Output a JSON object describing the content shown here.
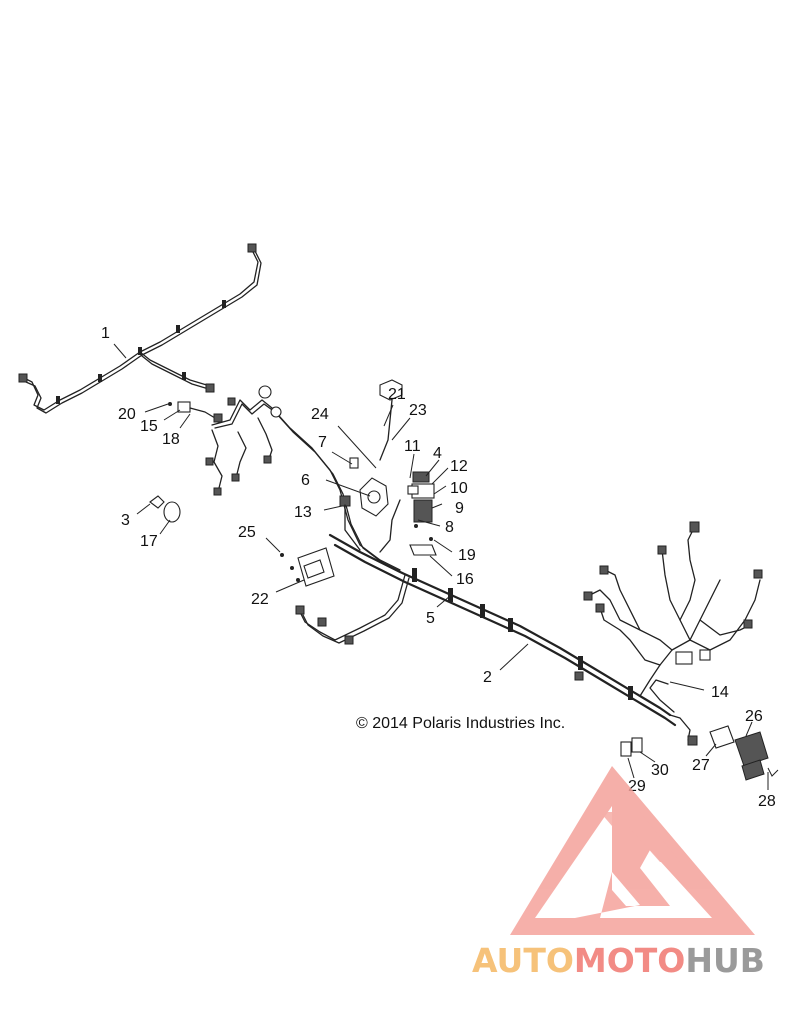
{
  "copyright": "© 2014 Polaris Industries Inc.",
  "callouts": [
    "1",
    "2",
    "3",
    "4",
    "5",
    "6",
    "7",
    "8",
    "9",
    "10",
    "11",
    "12",
    "13",
    "14",
    "15",
    "16",
    "17",
    "18",
    "19",
    "20",
    "21",
    "22",
    "23",
    "24",
    "25",
    "26",
    "27",
    "28",
    "29",
    "30"
  ],
  "watermark": {
    "parts": [
      "AUTO",
      "MOTO",
      "HUB"
    ],
    "colors": {
      "auto": "#f6c27a",
      "moto": "#f28b85",
      "hub": "#9a9a9a",
      "logo": "#f4a29b"
    }
  }
}
